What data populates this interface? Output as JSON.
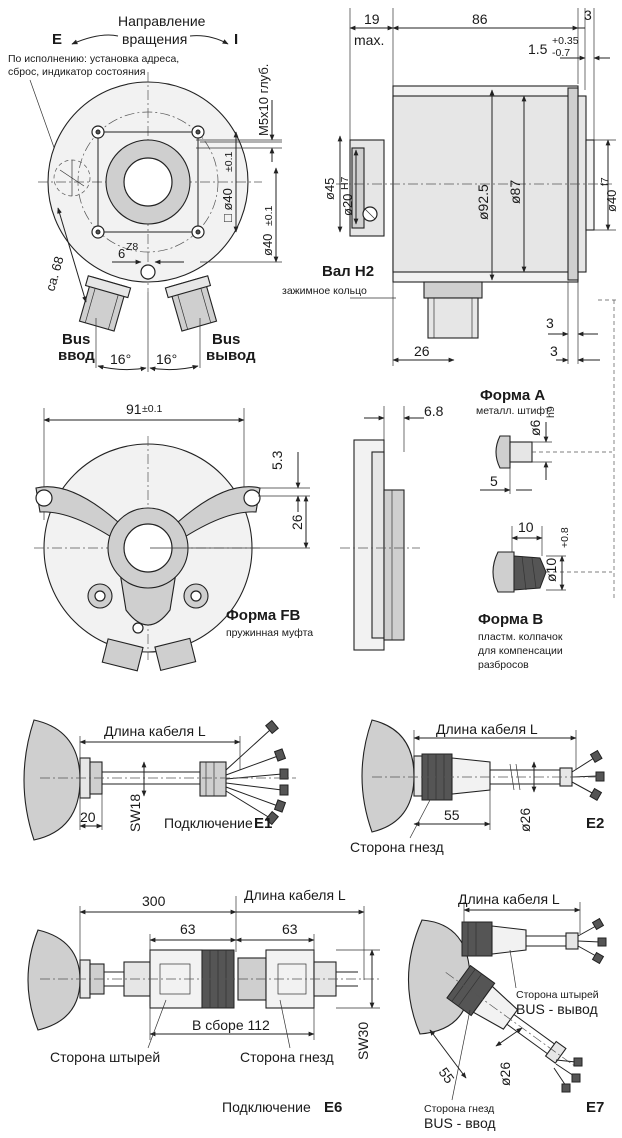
{
  "top_view": {
    "rotation_title_line1": "Направление",
    "rotation_title_line2": "вращения",
    "dir_e": "E",
    "dir_i": "I",
    "note_line1": "По исполнению: установка адреса,",
    "note_line2": "сброс, индикатор состояния",
    "dim_m5": "M5x10 глуб.",
    "dim_d40_a": "□ ø40",
    "dim_d40_a_tol": "±0.1",
    "dim_d40_b": "ø40",
    "dim_d40_b_tol": "±0.1",
    "dim_6": "6",
    "dim_6_tol": "Z8",
    "dim_ca68": "ca. 68",
    "bus_in_1": "Bus",
    "bus_in_2": "ввод",
    "bus_out_1": "Bus",
    "bus_out_2": "вывод",
    "angle_left": "16°",
    "angle_right": "16°"
  },
  "side_view": {
    "dim_19": "19",
    "dim_max": "max.",
    "dim_86": "86",
    "dim_3_top": "3",
    "dim_15": "1.5",
    "dim_15_tol_up": "+0.35",
    "dim_15_tol_dn": "-0.7",
    "dim_d45": "ø45",
    "dim_d20": "ø20",
    "dim_d20_tol": "H7",
    "dim_d925": "ø92.5",
    "dim_d87": "ø87",
    "dim_d40f7": "ø40",
    "dim_d40f7_tol": "f7",
    "shaft_title": "Вал H2",
    "shaft_sub": "зажимное кольцо",
    "dim_3_a": "3",
    "dim_3_b": "3",
    "dim_26": "26"
  },
  "form_fb": {
    "dim_91": "91",
    "dim_91_tol": "±0.1",
    "dim_68": "6.8",
    "dim_53": "5.3",
    "dim_26": "26",
    "title": "Форма FB",
    "sub": "пружинная муфта"
  },
  "form_a": {
    "title": "Форма A",
    "sub": "металл. штифт",
    "dim_d6": "ø6",
    "dim_d6_tol": "h9",
    "dim_5": "5"
  },
  "form_b": {
    "dim_10": "10",
    "dim_d10": "ø10",
    "dim_d10_tol": "+0.8",
    "title": "Форма B",
    "sub_1": "пластм. колпачок",
    "sub_2": "для компенсации",
    "sub_3": "разбросов"
  },
  "conn_e1": {
    "cable_len": "Длина кабеля L",
    "dim_20": "20",
    "dim_sw18": "SW18",
    "label": "Подключение",
    "code": "E1"
  },
  "conn_e2": {
    "cable_len": "Длина кабеля L",
    "dim_55": "55",
    "dim_d26": "ø26",
    "code": "E2",
    "side": "Сторона гнезд"
  },
  "conn_e6": {
    "dim_300": "300",
    "cable_len": "Длина кабеля L",
    "dim_63_a": "63",
    "dim_63_b": "63",
    "assembly": "В сборе 112",
    "dim_sw30": "SW30",
    "pin_side": "Сторона штырей",
    "socket_side": "Сторона гнезд",
    "label": "Подключение",
    "code": "E6"
  },
  "conn_e7": {
    "cable_len": "Длина кабеля L",
    "pin_side": "Сторона штырей",
    "bus_out": "BUS - вывод",
    "dim_55": "55",
    "dim_d26": "ø26",
    "socket_side": "Сторона гнезд",
    "bus_in": "BUS - ввод",
    "code": "E7"
  }
}
